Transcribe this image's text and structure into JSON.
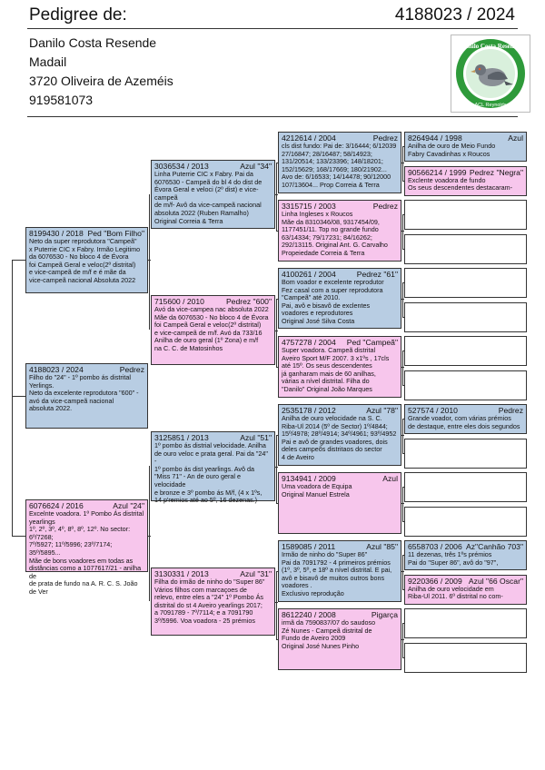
{
  "header": {
    "title": "Pedigree de:",
    "ring": "4188023 / 2024"
  },
  "owner": {
    "name": "Danilo Costa Resende",
    "place": "Madail",
    "address": "3720 Oliveira de Azeméis",
    "phone": "919581073"
  },
  "logo": {
    "text_top": "Danilo Costa Resende",
    "text_bottom": "ACL Reynolds",
    "colors": {
      "green": "#2e9a3a",
      "dark": "#1a6b25"
    }
  },
  "subject": {
    "ring": "4188023 / 2024",
    "color": "Pedrez",
    "desc": "Filho do \"24\" - 1º pombo ás distrital\nYerlings.\nNeto da excelente reprodutora \"600\" -\navó da vice-campeã nacional\nabsoluta 2022."
  },
  "sire": {
    "ring": "8199430 / 2018",
    "color": "Ped \"Bom Filho\"",
    "desc": "Neto da super reprodutora \"Campeã\"\nx Puterrie CIC x Fabry. Irmão Legitimo\nda  6076530 - No bloco 4 de Évora\nfoi Campeã Geral e veloc(2º distrital)\ne vice-campeã de m/f e é mãe da\nvice-campeã nacional Absoluta 2022"
  },
  "dam": {
    "ring": "6076624 / 2016",
    "color": "Azul \"24\"",
    "desc": "Excelnte voadora. 1º Pombo Ás distrital yearlings\n1º, 2º, 3º, 4º, 8º, 8º, 12º. No sector: 6º/7268;\n7º/5927; 11º/5996; 23º/7174; 35º/5895...\nMãe de bons voadores em todas as\ndistâncias como a 1077617/21 - anilha de\nde prata de fundo na A. R. C. S. João de Ver"
  },
  "gen2": [
    {
      "ring": "3036534 / 2013",
      "color": "Azul \"34\"",
      "desc": "Linha Puterrie CIC x Fabry. Pai da\n6076530 - Campeã do bl 4 do dist de\nÉvora Geral e veloci (2º dist) e vice-campeã\nde m/f- Avô da vice-campeã nacional\nabsoluta 2022 (Ruben Ramalho)\nOriginal Correia & Terra"
    },
    {
      "ring": "715600 / 2010",
      "color": "Pedrez \"600\"",
      "desc": "Avó da vice-campea nac absoluta 2022\nMãe da 6076530 - No bloco 4 de Évora\nfoi Campeã Geral e veloc(2º distrital)\ne vice-campeã de m/f. Avó da 733/16\nAnilha de ouro geral (1º Zona) e m/f\nna C. C. de Matosinhos"
    },
    {
      "ring": "3125851 / 2013",
      "color": "Azul \"51\"",
      "desc": "1º pombo ás distrial velocidade. Anilha\nde ouro veloc e prata geral. Pai da \"24\" -\n1º pombo ás dist yearlings. Avô da\n\"Miss 71\" - An de ouro geral e velocidade\ne bronze e 3º pombo ás M/f,  (4 x 1ºs,\n14 p'remios até ao 5º, 16  dezenas.)"
    },
    {
      "ring": "3130331 / 2013",
      "color": "Azul \"31\"",
      "desc": "Filha do irmão de ninho do \"Super 86\"\nVários filhos com marcaçoes de\nrelevo, entre eles a \"24\" 1º Pombo Ás\ndistrital do st 4 Aveiro yearlings 2017;\na 7091789 - 7º/7114; e a 7091790\n3º/5996. Voa voadora -  25 prémios"
    }
  ],
  "gen3": [
    {
      "ring": "4212614 / 2004",
      "color": "Pedrez",
      "desc": "cls dist fundo: Pai de: 3/16444; 6/12039\n27/16847; 28/16487; 58/14923;\n131/20514; 133/23396; 148/18201;\n152/15629; 168/17669; 180/21902...\nAvo de: 6/16533; 14/14478; 90/12000\n107/13604... Prop Correia & Terra"
    },
    {
      "ring": "3315715 / 2003",
      "color": "Pedrez",
      "desc": "Linha Ingleses x Roucos\nMãe da 8310346/08, 9317454/09,\n1177451/11. Top no  grande fundo\n63/14334; 79/17231; 84/16262;\n292/13115. Original Ant. G. Carvalho\nPropeiedade Correia & Terra"
    },
    {
      "ring": "4100261 / 2004",
      "color": "Pedrez \"61\"",
      "desc": "Bom voador e excelente reprodutor\nFez casal com a super reprodutora\n\"Campeã\" até 2010.\nPai, avô e bisavô de exclentes\nvoadores e reprodutores\nOriginal José Silva Costa"
    },
    {
      "ring": "4757278 / 2004",
      "color": "Ped \"Campeã\"",
      "desc": "Super voadora. Campeã distrital\nAveiro Sport M/F 2007. 3 x1ºs , 17cls\naté 15º. Os seus descendentes\njá ganharam mais de 60 anilhas,\nvárias a nível distrital. Filha do\n\"Danilo\" Original João Marques"
    },
    {
      "ring": "2535178 / 2012",
      "color": "Azul \"78\"",
      "desc": "Anilha de ouro velocidade na S. C.\nRiba-Ul 2014 (5º de Sector) 1º/4844;\n15º/4978; 28º/4914; 34º/4961; 93º/4952\nPai e avô de grandes voadores, dois\ndeles campeõs distritaos do sector\n4 de Aveiro"
    },
    {
      "ring": "9134941 / 2009",
      "color": "Azul",
      "desc": "Uma voadora de Equipa\nOriginal Manuel Estrela"
    },
    {
      "ring": "1589085 / 2011",
      "color": "Azul \"85\"",
      "desc": "Irmão de ninho do \"Super 86\"\nPai da 7091792 - 4 primeiros prémios\n(1º, 3º, 5º, e 18º a nível distrital. E pai,\navô e bisavô de muitos outros bons\nvoadores .\nExclusivo reprodução"
    },
    {
      "ring": "8612240 / 2008",
      "color": "Pigarça",
      "desc": "irmã da 7590837/07 do saudoso\nZé Nunes - Campeã distrital de\nFundo de Aveiro 2009\nOriginal José Nunes Pinho"
    }
  ],
  "gen4": [
    {
      "ring": "8264944 / 1998",
      "color": "Azul",
      "desc": "Anilha de ouro de Meio Fundo\nFabry Cavadinhas x Roucos",
      "style": "blue"
    },
    {
      "ring": "90566214 / 1999",
      "color": "Pedrez \"Negra\"",
      "desc": "Exclente voadora de fundo\nOs seus descendentes destacaram-",
      "style": "pink"
    },
    {
      "ring": "",
      "color": "",
      "desc": "",
      "style": "white"
    },
    {
      "ring": "",
      "color": "",
      "desc": "",
      "style": "white"
    },
    {
      "ring": "",
      "color": "",
      "desc": "",
      "style": "white"
    },
    {
      "ring": "",
      "color": "",
      "desc": "",
      "style": "white"
    },
    {
      "ring": "",
      "color": "",
      "desc": "",
      "style": "white"
    },
    {
      "ring": "",
      "color": "",
      "desc": "",
      "style": "white"
    },
    {
      "ring": "527574 / 2010",
      "color": "Pedrez",
      "desc": "Grande voador, com várias prémios\nde destaque, entre eles dois segundos",
      "style": "blue"
    },
    {
      "ring": "",
      "color": "",
      "desc": "",
      "style": "white"
    },
    {
      "ring": "",
      "color": "",
      "desc": "",
      "style": "white"
    },
    {
      "ring": "",
      "color": "",
      "desc": "",
      "style": "white"
    },
    {
      "ring": "6558703 / 2006",
      "color": "Az\"Canhão 703\"",
      "desc": "11 dezenas, três 1ºs prémios\nPai do \"Super 86\", avô do \"97\",",
      "style": "blue"
    },
    {
      "ring": "9220366 / 2009",
      "color": "Azul \"66 Oscar\"",
      "desc": "Anilha de ouro velocidade em\nRiba-Ul 2011. 6º distrital no com-",
      "style": "pink"
    },
    {
      "ring": "",
      "color": "",
      "desc": "",
      "style": "white"
    },
    {
      "ring": "",
      "color": "",
      "desc": "",
      "style": "white"
    }
  ]
}
